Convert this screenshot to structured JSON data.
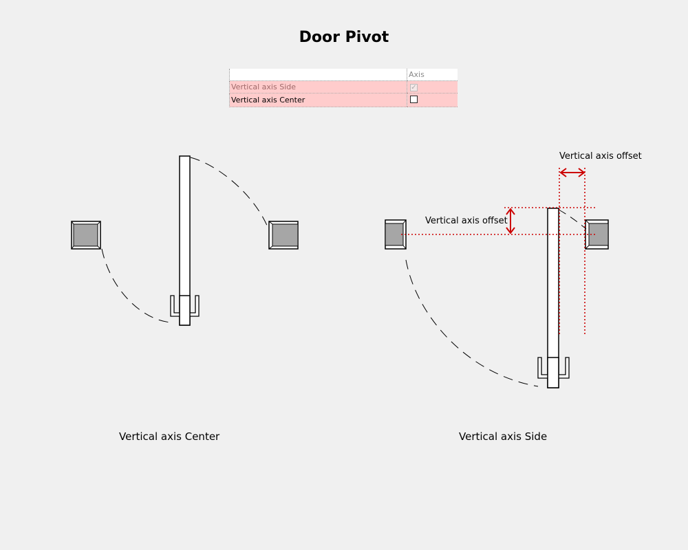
{
  "title": "Door Pivot",
  "table": {
    "header_col2": "Axis",
    "rows": [
      {
        "label": "Vertical axis Side",
        "checked": true,
        "mark": "✓"
      },
      {
        "label": "Vertical axis Center",
        "checked": false,
        "mark": ""
      }
    ]
  },
  "captions": {
    "left": "Vertical axis Center",
    "right": "Vertical axis Side"
  },
  "dimensions": {
    "horizontal_offset_label": "Vertical axis offset",
    "vertical_offset_label": "Vertical axis offset"
  },
  "colors": {
    "dimension": "#cc0000",
    "wall_fill": "#a6a6a6",
    "highlight_row": "#ffcccc"
  }
}
